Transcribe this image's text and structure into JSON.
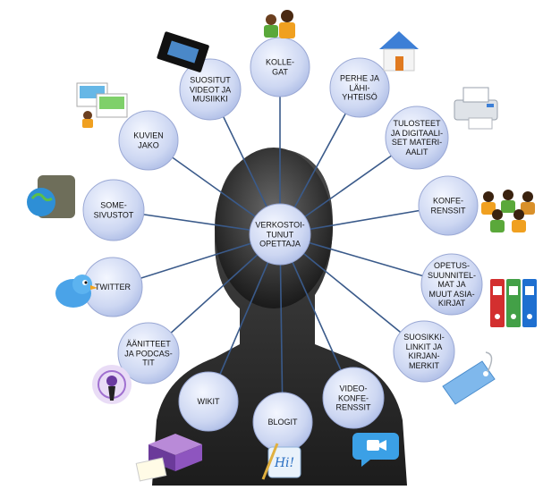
{
  "center": {
    "label": "VERKOSTOI-\nTUNUT\nOPETTAJA"
  },
  "nodes": [
    {
      "id": "kollegat",
      "label": "KOLLE-\nGAT",
      "icon": "people-icon"
    },
    {
      "id": "perhe",
      "label": "PERHE JA\nLÄHI-\nYHTEISÖ",
      "icon": "house-icon"
    },
    {
      "id": "tulosteet",
      "label": "TULOSTEET\nJA DIGITAALI-\nSET MATERI-\nAALIT",
      "icon": "printer-icon"
    },
    {
      "id": "konferenssit",
      "label": "KONFE-\nRENSSIT",
      "icon": "crowd-icon"
    },
    {
      "id": "opetussuunnitelmat",
      "label": "OPETUS-\nSUUNNITEL-\nMAT JA\nMUUT ASIA-\nKIRJAT",
      "icon": "binders-icon"
    },
    {
      "id": "suosikkilinkit",
      "label": "SUOSIKKI-\nLINKIT JA\nKIRJAN-\nMERKIT",
      "icon": "tag-icon"
    },
    {
      "id": "videokonferenssit",
      "label": "VIDEO-\nKONFE-\nRENSSIT",
      "icon": "video-chat-icon"
    },
    {
      "id": "blogit",
      "label": "BLOGIT",
      "icon": "blog-icon"
    },
    {
      "id": "wikit",
      "label": "WIKIT",
      "icon": "wiki-box-icon"
    },
    {
      "id": "aanitteet",
      "label": "ÄÄNITTEET\nJA PODCAS-\nTIT",
      "icon": "podcast-icon"
    },
    {
      "id": "twitter",
      "label": "TWITTER",
      "icon": "bird-icon"
    },
    {
      "id": "somesivustot",
      "label": "SOME-\nSIVUSTOT",
      "icon": "globe-bag-icon"
    },
    {
      "id": "kuvienjako",
      "label": "KUVIEN\nJAKO",
      "icon": "photos-icon"
    },
    {
      "id": "videot",
      "label": "SUOSITUT\nVIDEOT JA\nMUSIIKKI",
      "icon": "film-icon"
    }
  ],
  "colors": {
    "bubble_light": "#eef2fc",
    "bubble_dark": "#b9c6ea",
    "bubble_stroke": "#9aa8d4",
    "spoke": "#3a5a8a",
    "silhouette_dark": "#1e1e1e",
    "silhouette_light": "#5a5a5a"
  }
}
